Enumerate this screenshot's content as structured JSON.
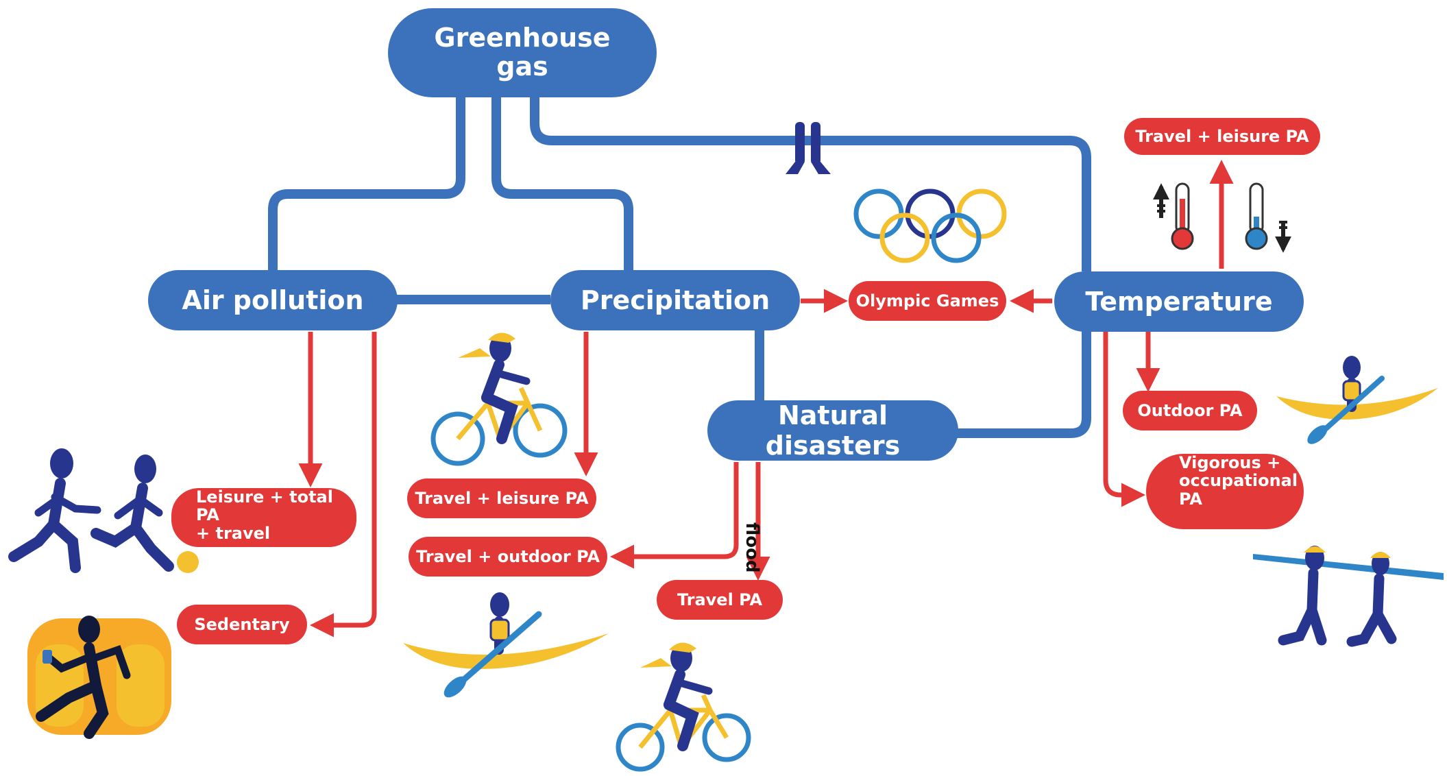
{
  "nodes": {
    "greenhouse": {
      "line1": "Greenhouse",
      "line2": "gas"
    },
    "air_pollution": "Air pollution",
    "precipitation": "Precipitation",
    "temperature": "Temperature",
    "natural_disasters": "Natural disasters"
  },
  "outcomes": {
    "leisure_total": {
      "line1": "Leisure + total PA",
      "line2": "+ travel"
    },
    "sedentary": "Sedentary",
    "travel_leisure_precip": "Travel + leisure PA",
    "travel_outdoor": "Travel + outdoor PA",
    "travel_pa": "Travel PA",
    "olympic_games": "Olympic Games",
    "travel_leisure_temp": "Travel + leisure PA",
    "outdoor_pa": "Outdoor PA",
    "vigorous": {
      "line1": "Vigorous +",
      "line2": "occupational",
      "line3": "PA"
    }
  },
  "edge_labels": {
    "flood": "flood"
  },
  "colors": {
    "blue": "#3b72bb",
    "red": "#e33838",
    "dark_blue": "#27358f",
    "yellow": "#f5c02e",
    "orange": "#f7a928",
    "olympic_blue": "#2e86c8",
    "olympic_yellow": "#f5c02e",
    "olympic_navy": "#27358f"
  },
  "icons": [
    "runners-icon",
    "cyclist-icon",
    "kayaker-icon",
    "sedentary-person-icon",
    "legs-icon",
    "olympic-rings-icon",
    "thermometer-hot-icon",
    "thermometer-cold-icon",
    "workers-carrying-icon"
  ]
}
